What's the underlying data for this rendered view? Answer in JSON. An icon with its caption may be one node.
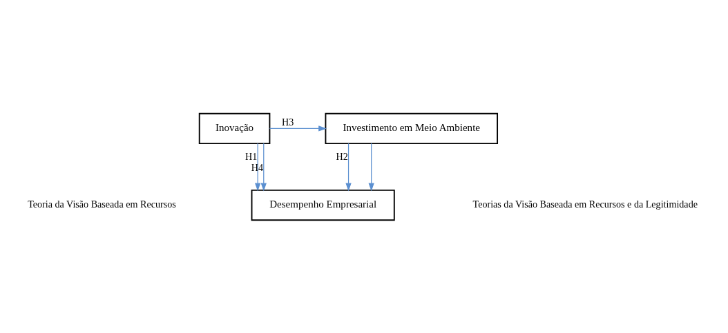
{
  "diagram": {
    "nodes": [
      {
        "text": [
          "Inovação"
        ]
      },
      {
        "text": [
          "Investimento em Meio Ambiente"
        ]
      },
      {
        "text": [
          "Desempenho Empresarial"
        ]
      }
    ],
    "edges": [
      {
        "from": 0,
        "to": 1,
        "arrow": "to",
        "label": "H3"
      },
      {
        "from": 0,
        "to": 2,
        "arrow": "to",
        "label": "H1"
      },
      {
        "from": 1,
        "to": 2,
        "arrow": "to",
        "label": "H2"
      },
      {
        "from": 0,
        "to": 2,
        "arrow": "to",
        "label": "H4"
      },
      {
        "from": 1,
        "to": 2,
        "arrow": "to"
      }
    ],
    "labels": [
      "Teoria da Visão Baseada em Recursos",
      "Teorias da Visão Baseada em Recursos e da Legitimidade"
    ]
  }
}
